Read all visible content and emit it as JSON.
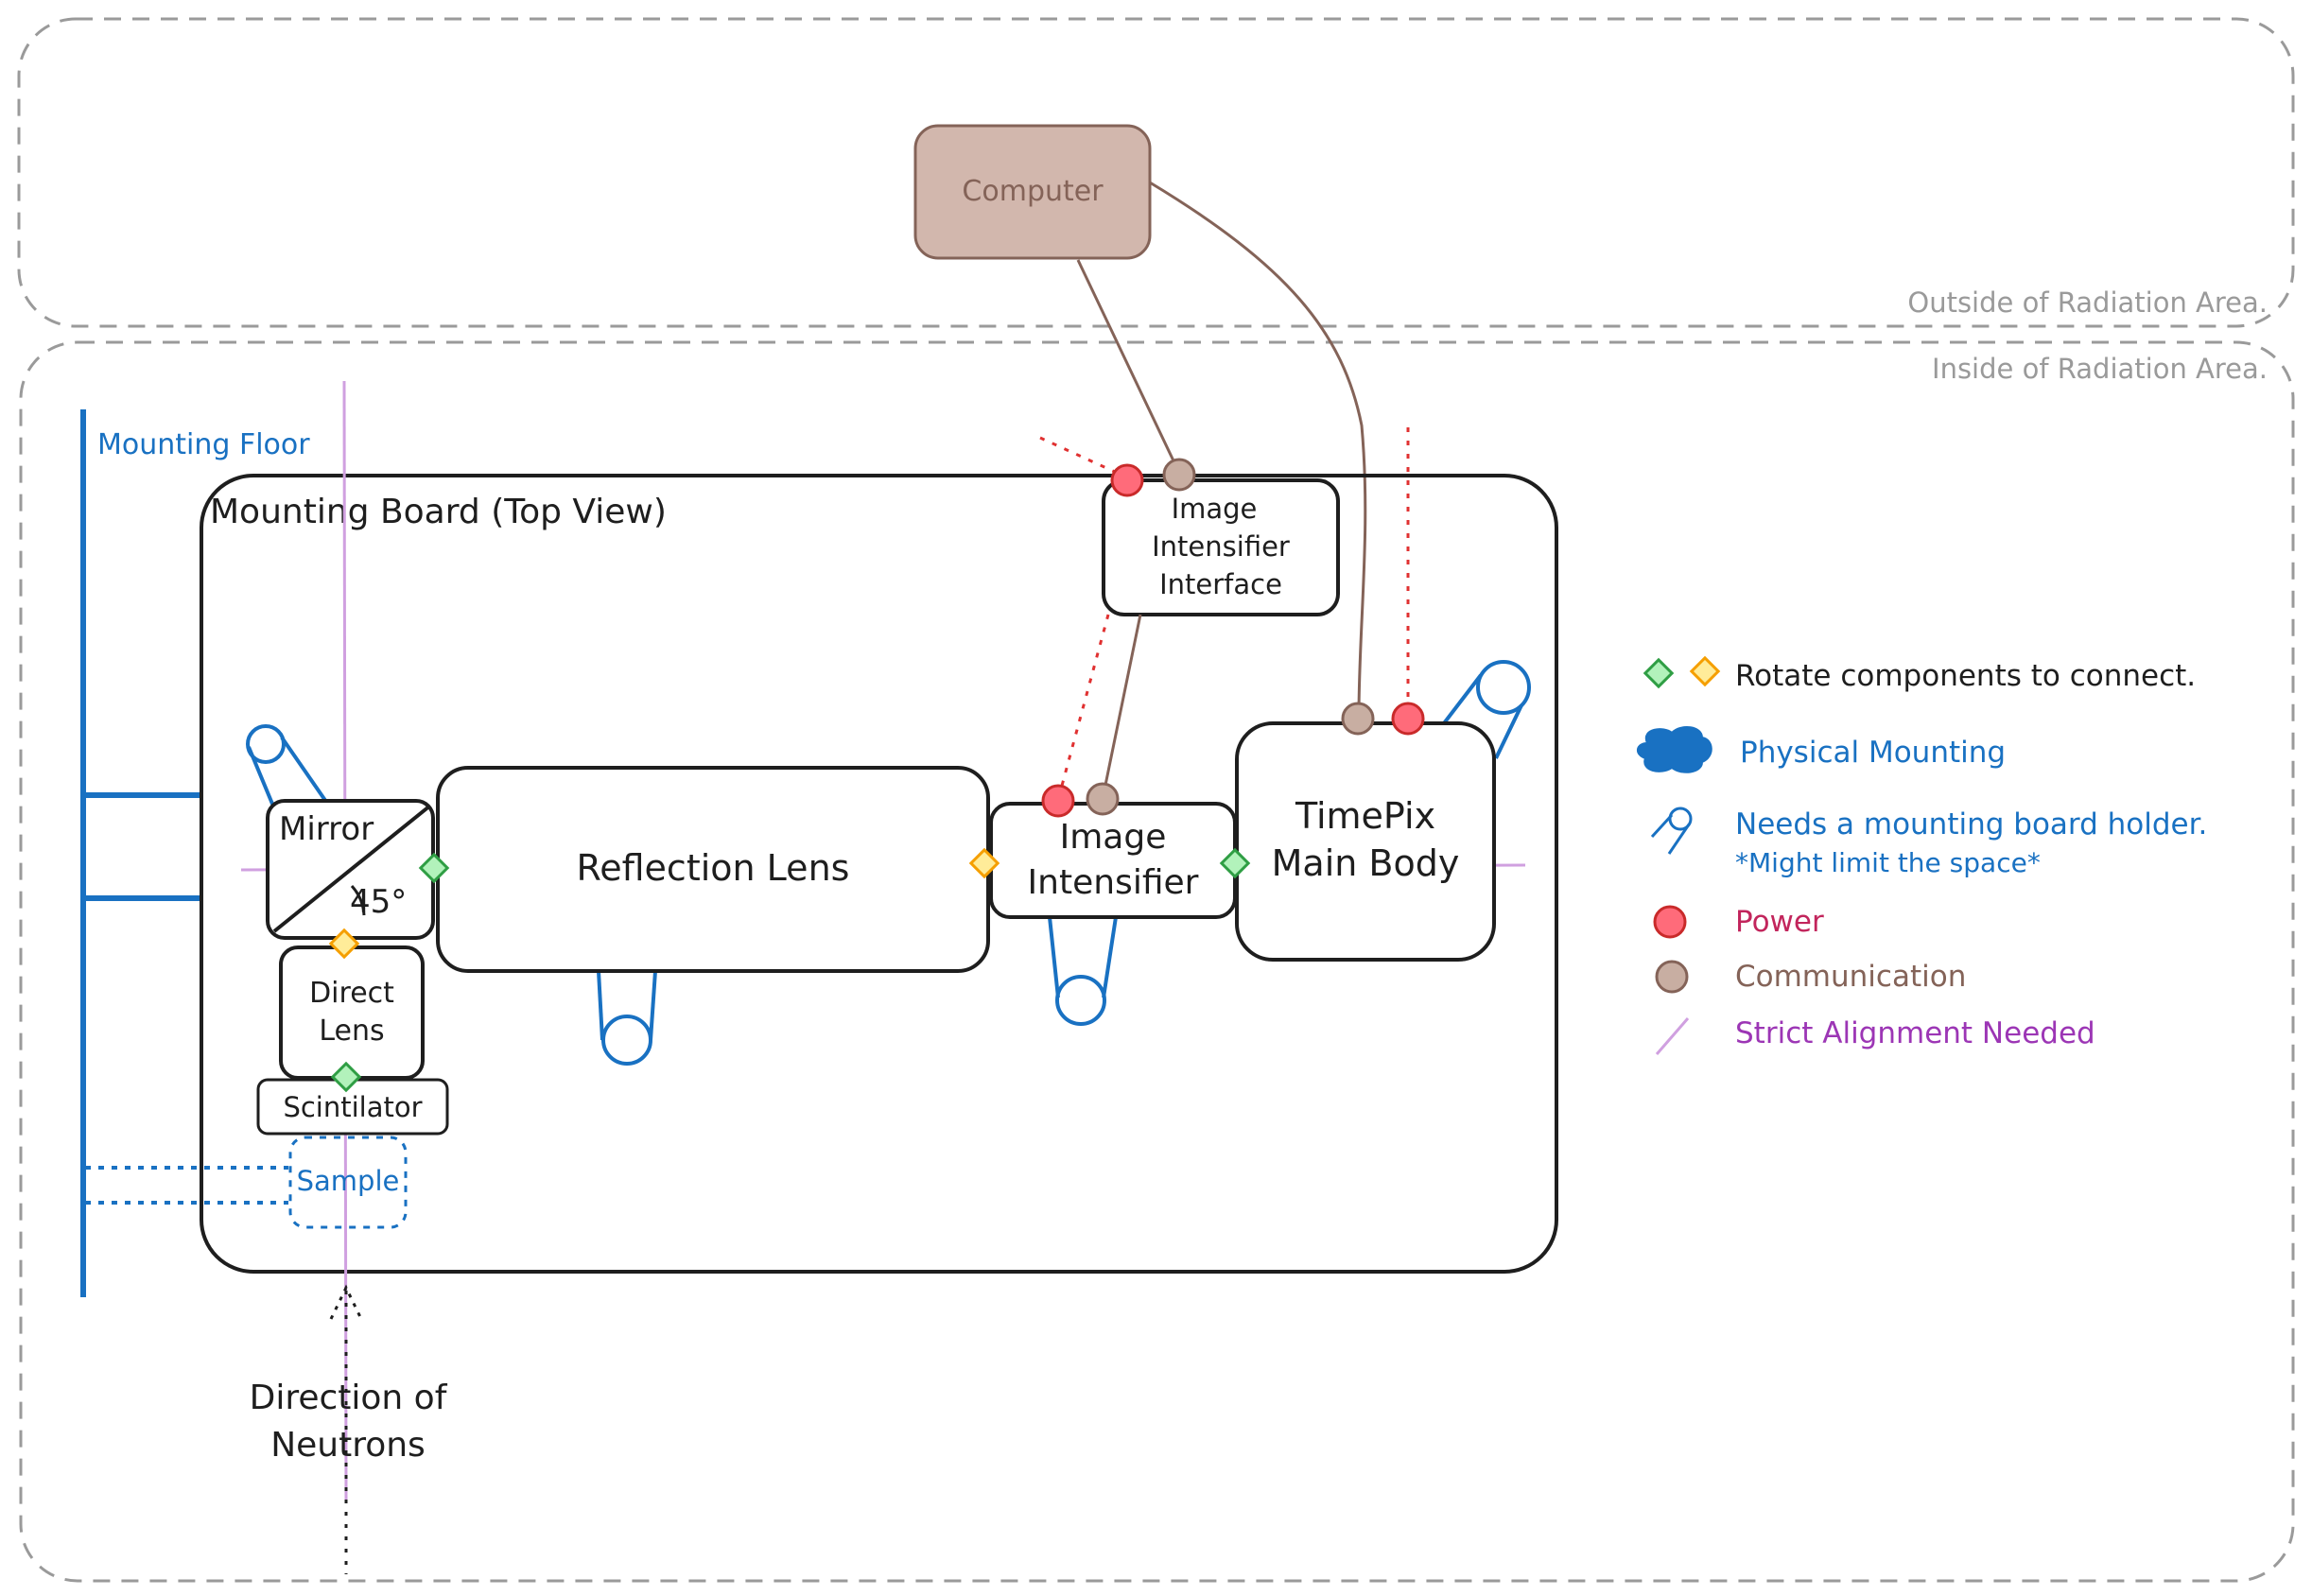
{
  "areas": {
    "outside_label": "Outside of Radiation Area.",
    "inside_label": "Inside of Radiation Area."
  },
  "components": {
    "computer": "Computer",
    "mounting_floor": "Mounting Floor",
    "mounting_board": "Mounting Board (Top View)",
    "ii_interface": [
      "Image",
      "Intensifier",
      "Interface"
    ],
    "mirror": "Mirror",
    "mirror_angle": "45°",
    "reflection_lens": "Reflection Lens",
    "image_intensifier": [
      "Image",
      "Intensifier"
    ],
    "timepix": [
      "TimePix",
      "Main Body"
    ],
    "direct_lens": [
      "Direct",
      "Lens"
    ],
    "scintillator": "Scintilator",
    "sample": "Sample",
    "neutrons": [
      "Direction of",
      "Neutrons"
    ]
  },
  "legend": {
    "rotate": "Rotate components to connect.",
    "physical": "Physical Mounting",
    "holder_line1": "Needs a mounting board holder.",
    "holder_line2": "*Might limit the space*",
    "power": "Power",
    "communication": "Communication",
    "alignment": "Strict Alignment Needed"
  },
  "colors": {
    "blue": "#1971c2",
    "power": "#ff6b7a",
    "communication": "#c8aea2",
    "comm_line": "#846358",
    "alignment": "#d0a0e0",
    "green": "#40c057",
    "orange": "#f59f00",
    "computer_fill": "#d2b7ad"
  }
}
